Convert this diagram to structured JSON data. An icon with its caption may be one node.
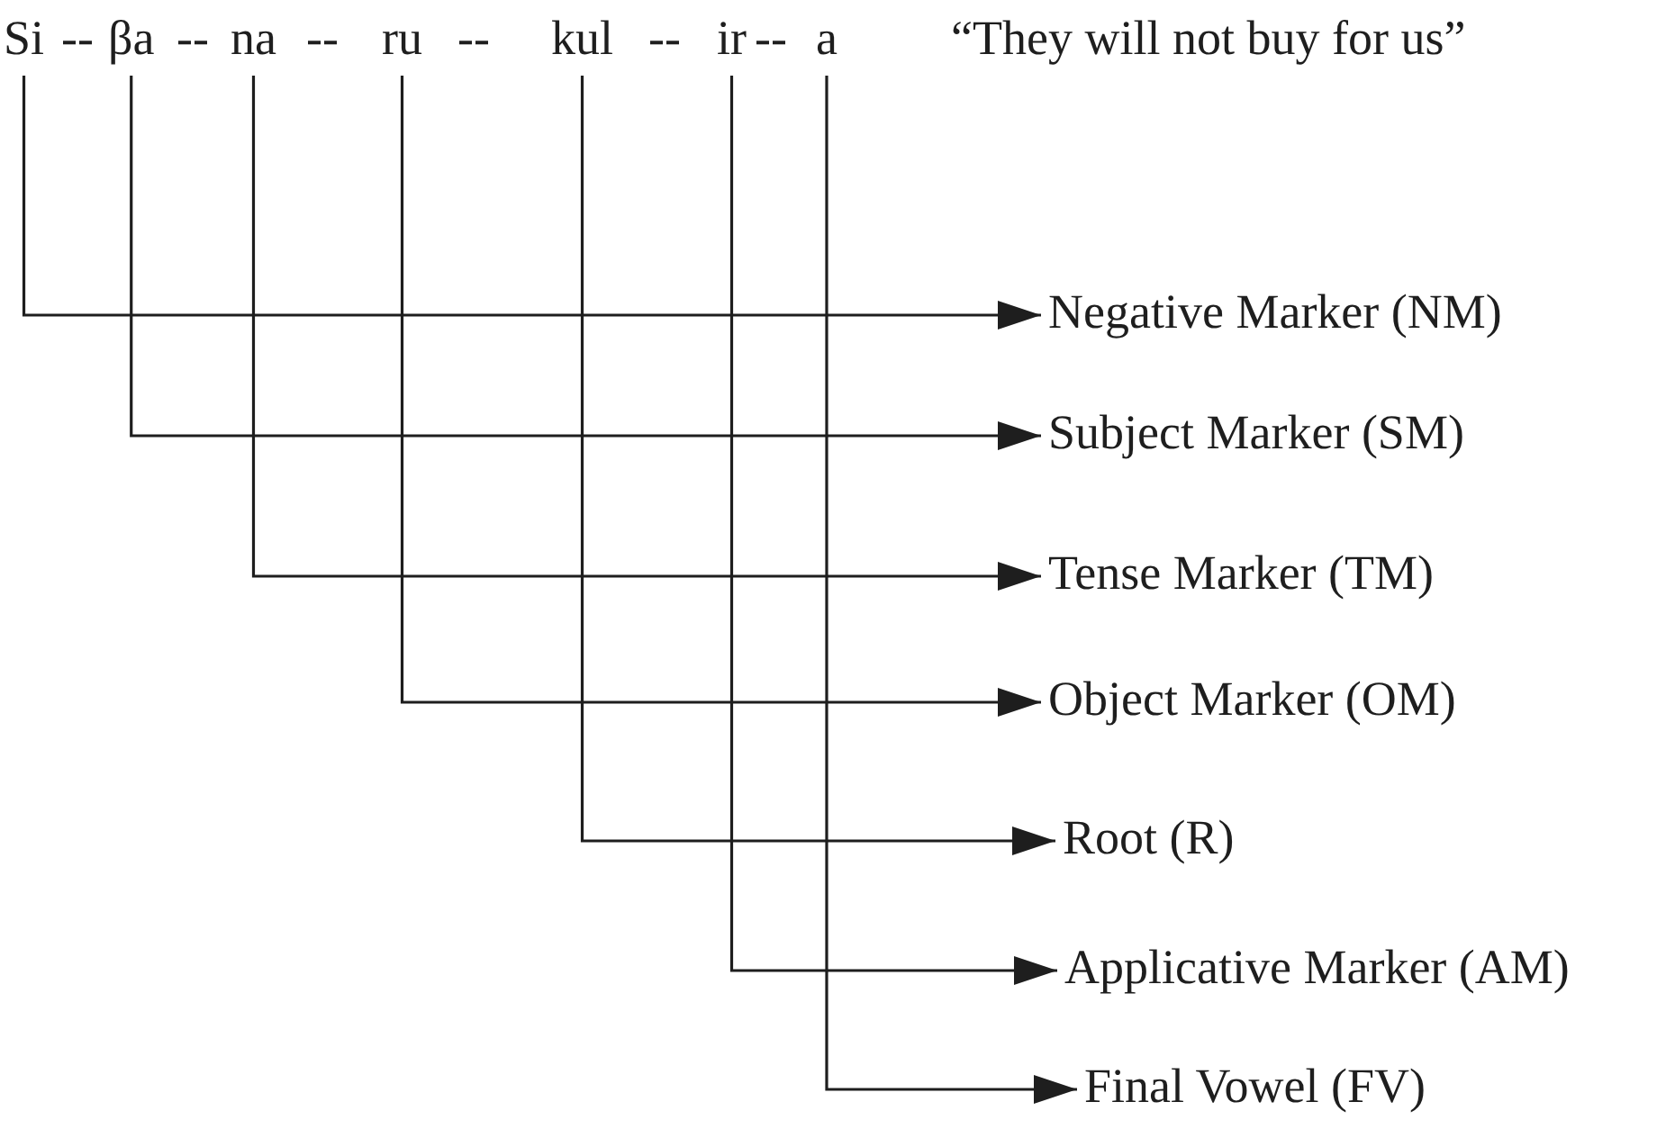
{
  "diagram": {
    "nodes": [
      {
        "text": [
          "Si"
        ]
      },
      {
        "text": [
          "βa"
        ]
      },
      {
        "text": [
          "na"
        ]
      },
      {
        "text": [
          "ru"
        ]
      },
      {
        "text": [
          "kul"
        ]
      },
      {
        "text": [
          "ir"
        ]
      },
      {
        "text": [
          "a"
        ]
      },
      {
        "text": [
          "Negative Marker (NM)"
        ]
      },
      {
        "text": [
          "Subject Marker (SM)"
        ]
      },
      {
        "text": [
          "Tense Marker (TM)"
        ]
      },
      {
        "text": [
          "Object Marker (OM)"
        ]
      },
      {
        "text": [
          "Root (R)"
        ]
      },
      {
        "text": [
          "Applicative Marker (AM)"
        ]
      },
      {
        "text": [
          "Final Vowel (FV)"
        ]
      }
    ],
    "edges": [
      {
        "from": 0,
        "to": 7,
        "arrow": "to"
      },
      {
        "from": 1,
        "to": 8,
        "arrow": "to"
      },
      {
        "from": 2,
        "to": 9,
        "arrow": "to"
      },
      {
        "from": 3,
        "to": 10,
        "arrow": "to"
      },
      {
        "from": 4,
        "to": 11,
        "arrow": "to"
      },
      {
        "from": 5,
        "to": 12,
        "arrow": "to"
      },
      {
        "from": 6,
        "to": 13,
        "arrow": "to"
      }
    ],
    "labels": [
      "--",
      "--",
      "--",
      "--",
      "--",
      "--",
      "“They will not buy for us”"
    ]
  }
}
